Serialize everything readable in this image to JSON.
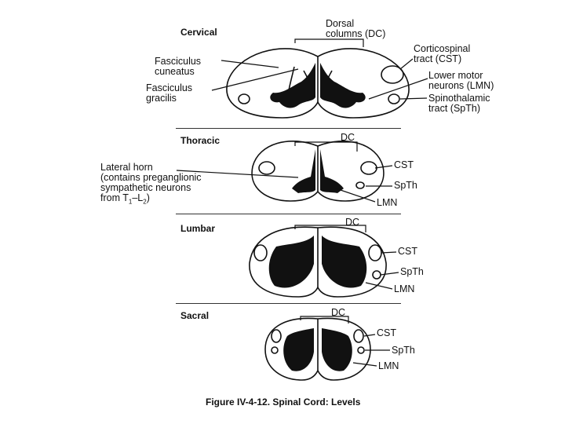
{
  "sections": {
    "cervical": "Cervical",
    "thoracic": "Thoracic",
    "lumbar": "Lumbar",
    "sacral": "Sacral"
  },
  "cervical_labels": {
    "dorsal_columns": "Dorsal\ncolumns (DC)",
    "fasciculus_cuneatus": "Fasciculus\ncuneatus",
    "fasciculus_gracilis": "Fasciculus\ngracilis",
    "corticospinal": "Corticospinal\ntract (CST)",
    "lower_motor": "Lower motor\nneurons (LMN)",
    "spinothalamic": "Spinothalamic\ntract (SpTh)"
  },
  "thoracic_labels": {
    "dc": "DC",
    "lateral_horn": "Lateral horn\n(contains preganglionic\nsympathetic neurons\nfrom T",
    "lateral_horn_sub1": "1",
    "lateral_horn_dash": "–L",
    "lateral_horn_sub2": "2",
    "lateral_horn_end": ")",
    "cst": "CST",
    "spth": "SpTh",
    "lmn": "LMN"
  },
  "lumbar_labels": {
    "dc": "DC",
    "cst": "CST",
    "spth": "SpTh",
    "lmn": "LMN"
  },
  "sacral_labels": {
    "dc": "DC",
    "cst": "CST",
    "spth": "SpTh",
    "lmn": "LMN"
  },
  "caption": "Figure IV-4-12. Spinal Cord: Levels"
}
